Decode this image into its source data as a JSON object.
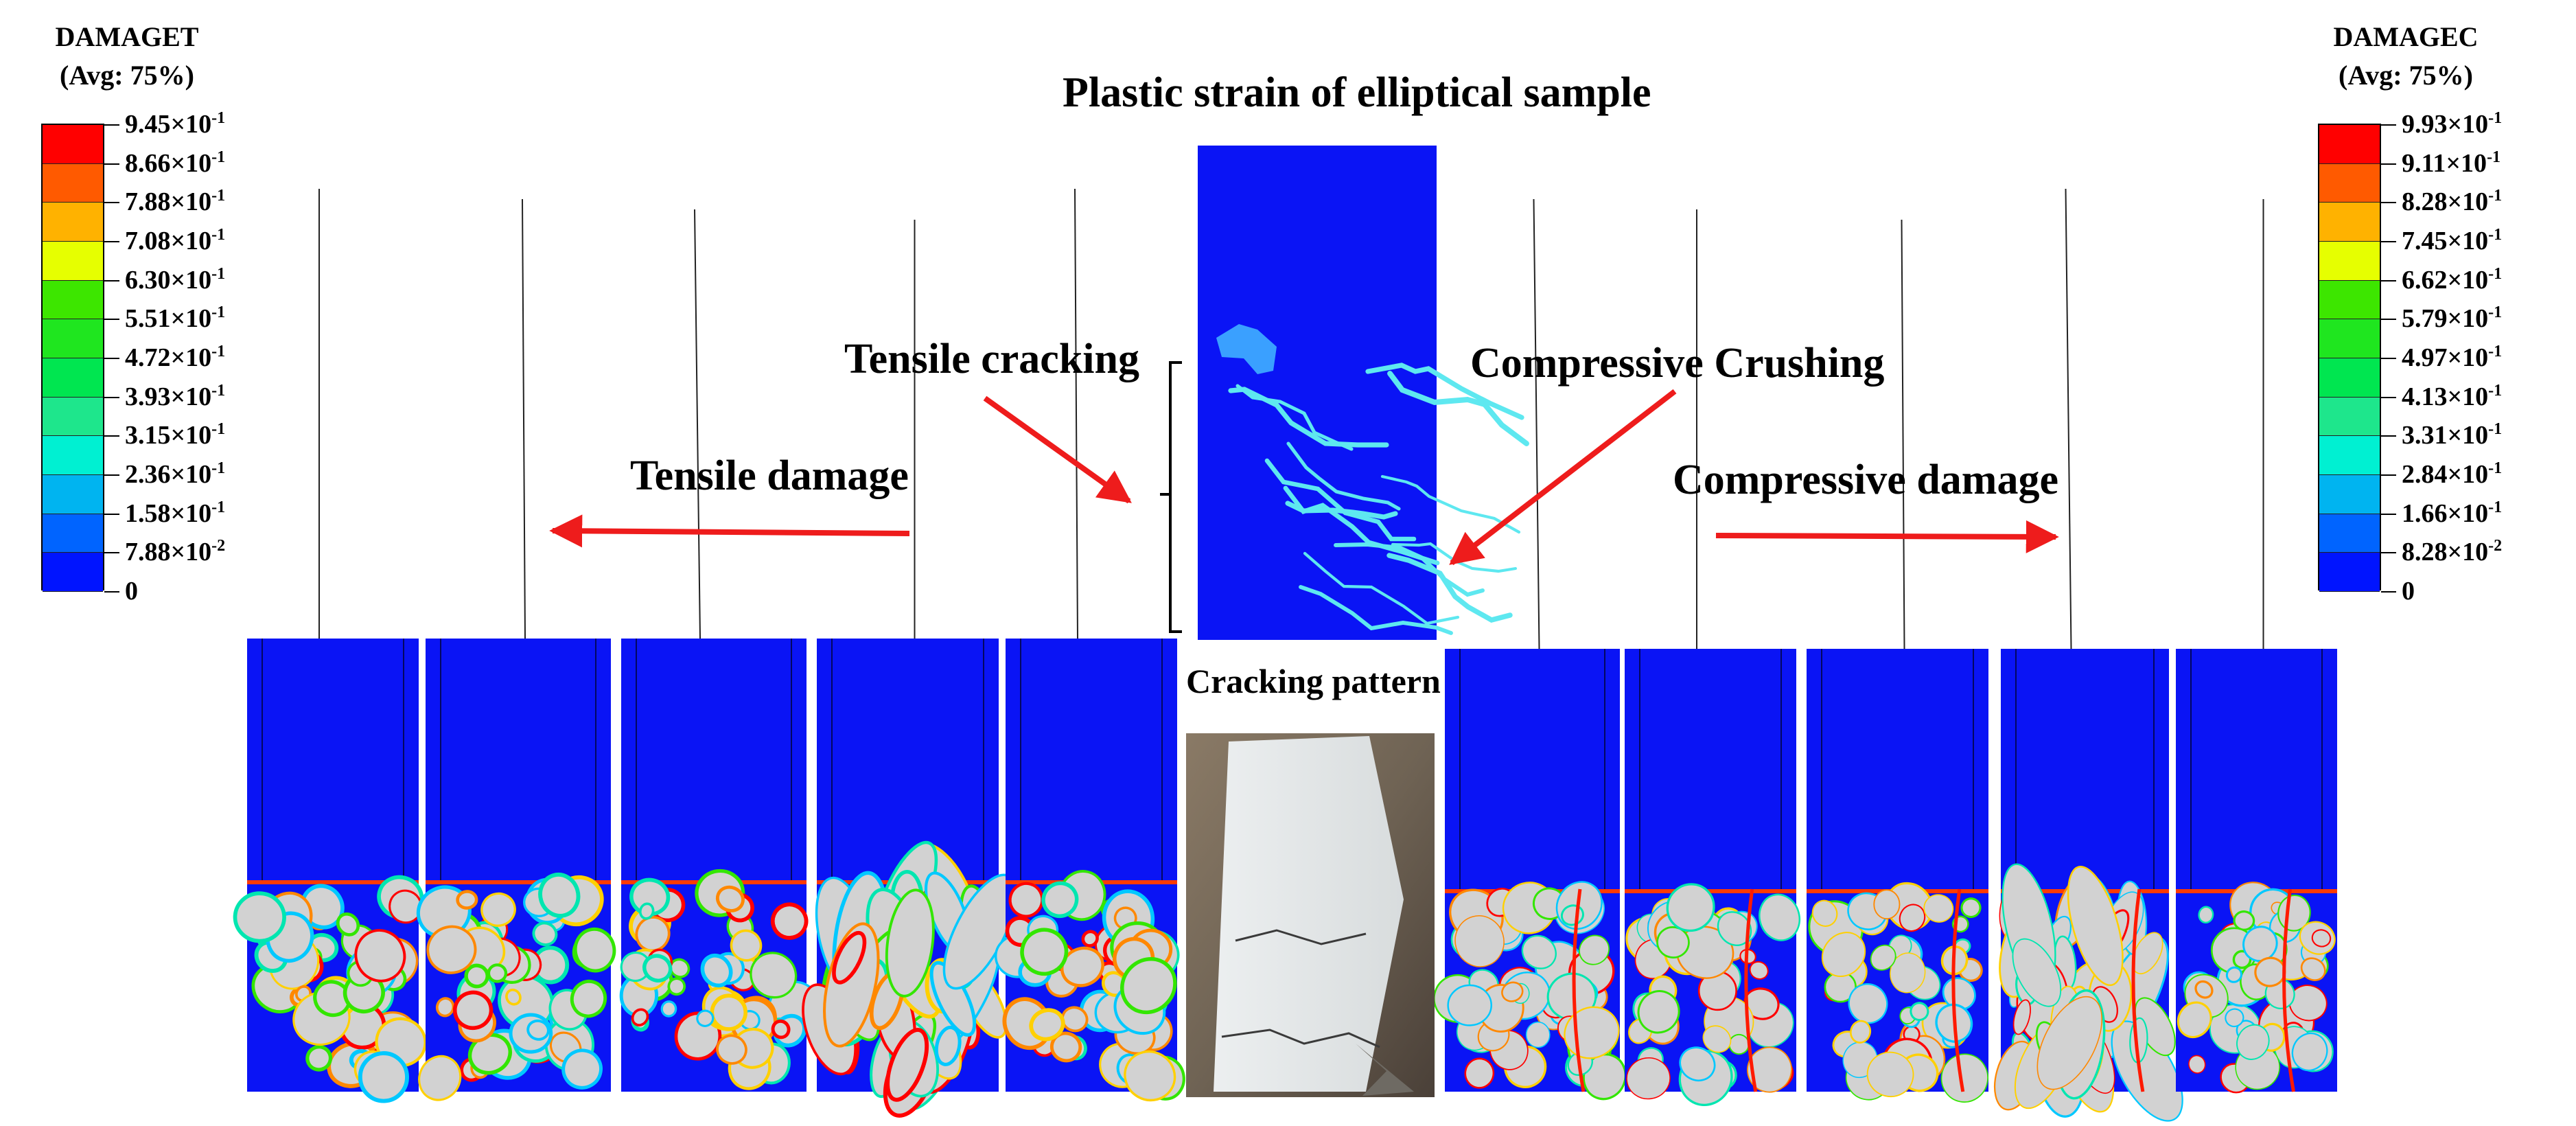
{
  "figure_title": "Plastic strain of elliptical sample",
  "cracking_pattern_label": "Cracking pattern",
  "legend_left": {
    "name": "DAMAGET",
    "avg": "(Avg: 75%)",
    "ticks": [
      {
        "m": "9.45",
        "e": "-1"
      },
      {
        "m": "8.66",
        "e": "-1"
      },
      {
        "m": "7.88",
        "e": "-1"
      },
      {
        "m": "7.08",
        "e": "-1"
      },
      {
        "m": "6.30",
        "e": "-1"
      },
      {
        "m": "5.51",
        "e": "-1"
      },
      {
        "m": "4.72",
        "e": "-1"
      },
      {
        "m": "3.93",
        "e": "-1"
      },
      {
        "m": "3.15",
        "e": "-1"
      },
      {
        "m": "2.36",
        "e": "-1"
      },
      {
        "m": "1.58",
        "e": "-1"
      },
      {
        "m": "7.88",
        "e": "-2"
      },
      {
        "m": "0",
        "e": ""
      }
    ]
  },
  "legend_right": {
    "name": "DAMAGEC",
    "avg": "(Avg: 75%)",
    "ticks": [
      {
        "m": "9.93",
        "e": "-1"
      },
      {
        "m": "9.11",
        "e": "-1"
      },
      {
        "m": "8.28",
        "e": "-1"
      },
      {
        "m": "7.45",
        "e": "-1"
      },
      {
        "m": "6.62",
        "e": "-1"
      },
      {
        "m": "5.79",
        "e": "-1"
      },
      {
        "m": "4.97",
        "e": "-1"
      },
      {
        "m": "4.13",
        "e": "-1"
      },
      {
        "m": "3.31",
        "e": "-1"
      },
      {
        "m": "2.84",
        "e": "-1"
      },
      {
        "m": "1.66",
        "e": "-1"
      },
      {
        "m": "8.28",
        "e": "-2"
      },
      {
        "m": "0",
        "e": ""
      }
    ]
  },
  "colormap": [
    "#ff0000",
    "#ff5a00",
    "#ffb200",
    "#e6ff00",
    "#3de600",
    "#1fe61f",
    "#00e650",
    "#1ee68c",
    "#00f0d2",
    "#00b4f0",
    "#0064ff",
    "#0014ff"
  ],
  "annotations": {
    "tensile_cracking": "Tensile cracking",
    "compressive_crushing": "Compressive  Crushing",
    "tensile_damage": "Tensile damage",
    "compressive_damage": "Compressive damage"
  },
  "colors": {
    "model_blue": "#0a14f5",
    "aggregate": "#d2d2d2",
    "arrow": "#ee1c1c",
    "crack_cyan": "#5ee8f0"
  }
}
